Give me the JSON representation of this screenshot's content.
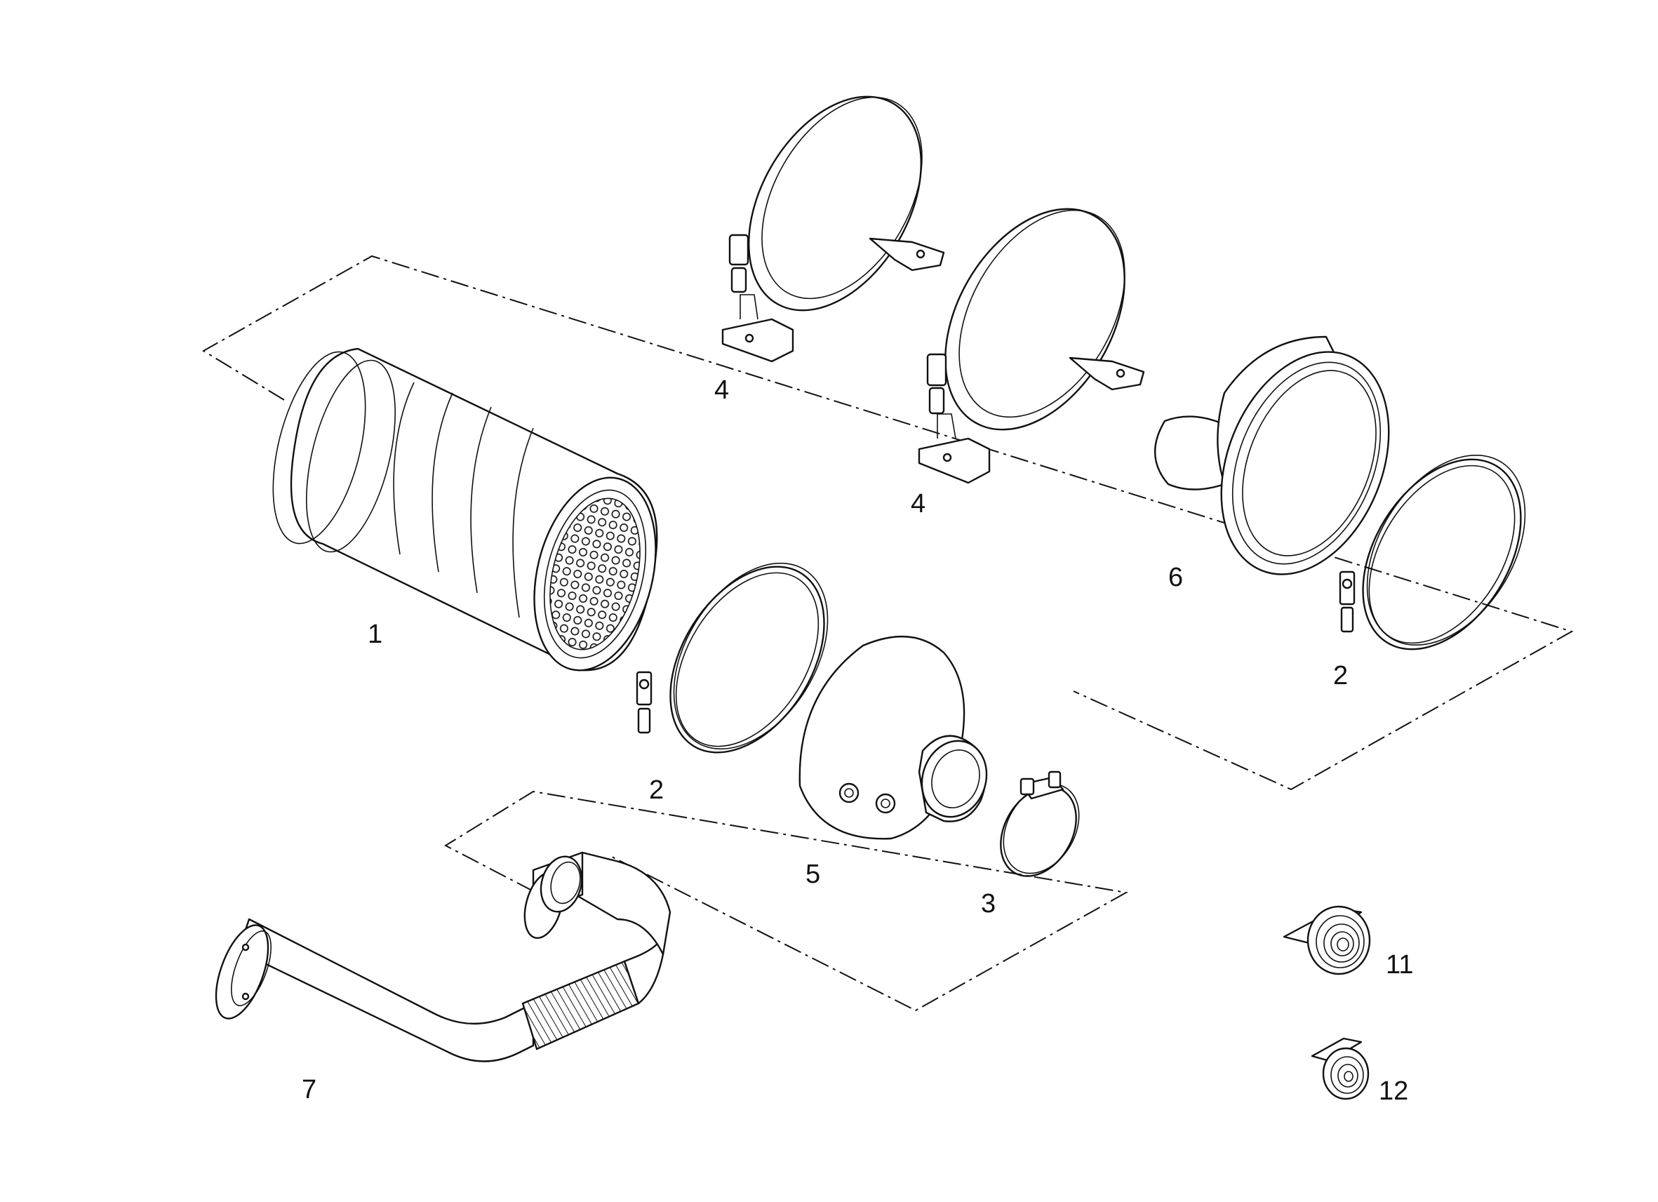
{
  "callouts": {
    "part_1": "1",
    "part_2_left": "2",
    "part_2_right": "2",
    "part_3": "3",
    "part_4_upper": "4",
    "part_4_lower": "4",
    "part_5": "5",
    "part_6": "6",
    "part_7": "7",
    "part_11": "11",
    "part_12": "12"
  },
  "colors": {
    "line": "#111111",
    "background": "#ffffff"
  }
}
